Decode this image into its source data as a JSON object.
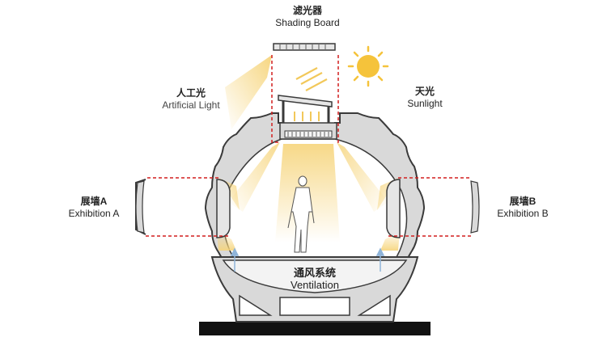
{
  "labels": {
    "shading": {
      "zh": "滤光器",
      "en": "Shading Board"
    },
    "artificial": {
      "zh": "人工光",
      "en": "Artificial Light"
    },
    "sunlight": {
      "zh": "天光",
      "en": "Sunlight"
    },
    "exhibition_a": {
      "zh": "展墙A",
      "en": "Exhibition  A"
    },
    "exhibition_b": {
      "zh": "展墙B",
      "en": "Exhibition B"
    },
    "ventilation": {
      "zh": "通风系统",
      "en": "Ventilation"
    }
  },
  "colors": {
    "wall_fill": "#d9d9d9",
    "wall_stroke": "#3a3a3a",
    "light_beam": "#f6d47a",
    "dashed_red": "#d21f1f",
    "sun": "#f5c33b",
    "ground": "#111111",
    "airflow": "#8fb4d9"
  }
}
